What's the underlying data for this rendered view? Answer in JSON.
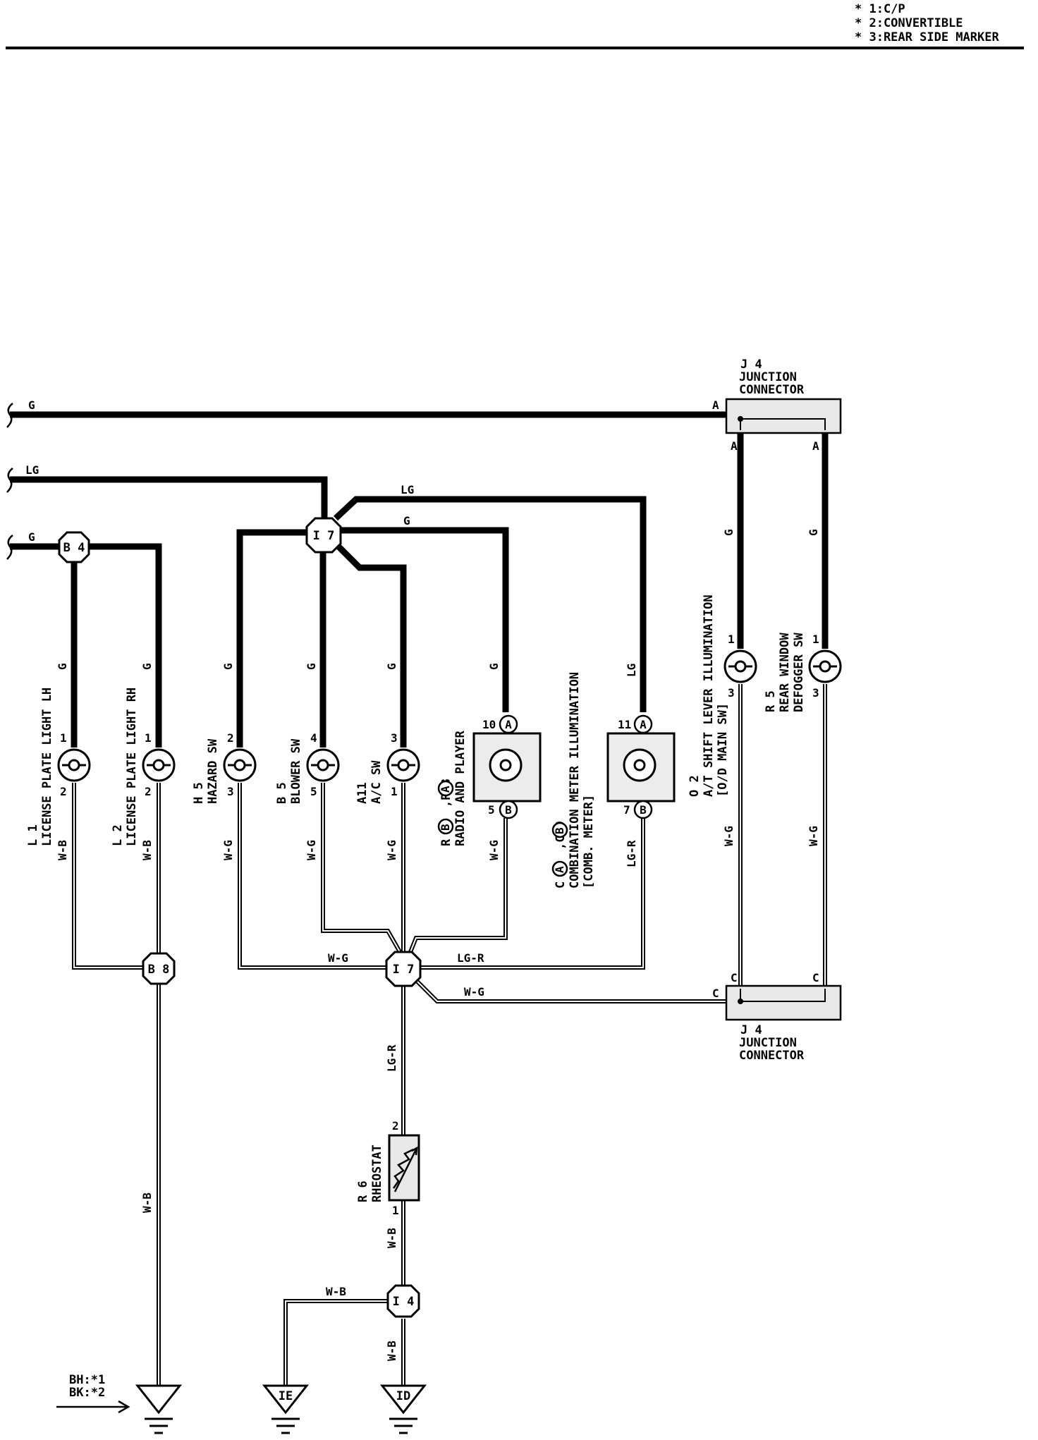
{
  "notes": [
    "* 1:C/P",
    "* 2:CONVERTIBLE",
    "* 3:REAR SIDE MARKER"
  ],
  "wire_colors": {
    "G": "G",
    "LG": "LG",
    "WG": "W-G",
    "WB": "W-B",
    "LGR": "LG-R"
  },
  "hubs": {
    "b4": "B 4",
    "b8": "B 8",
    "i7": "I 7",
    "i4": "I 4"
  },
  "grounds": {
    "ie": "IE",
    "id": "ID",
    "bh_note": "BH:*1",
    "bk_note": "BK:*2"
  },
  "junction": {
    "code": "J 4",
    "name1": "JUNCTION",
    "name2": "CONNECTOR",
    "pin_a": "A",
    "pin_c": "C"
  },
  "components": {
    "l1": {
      "code": "L 1",
      "name": "LICENSE PLATE LIGHT LH",
      "pin_top": "1",
      "pin_bottom": "2"
    },
    "l2": {
      "code": "L 2",
      "name": "LICENSE PLATE LIGHT RH",
      "pin_top": "1",
      "pin_bottom": "2"
    },
    "h5": {
      "code": "H 5",
      "name": "HAZARD SW",
      "pin_top": "2",
      "pin_bottom": "3"
    },
    "b5": {
      "code": "B 5",
      "name": "BLOWER SW",
      "pin_top": "4",
      "pin_bottom": "5"
    },
    "a11": {
      "code": "A11",
      "name": "A/C SW",
      "pin_top": "3",
      "pin_bottom": "1"
    },
    "r2": {
      "code": "R 2",
      "sep": ",R 3",
      "name": "RADIO AND PLAYER",
      "pin_top": "10",
      "pin_bottom": "5",
      "conn_a": "A",
      "conn_b": "B"
    },
    "c8": {
      "code": "C 8",
      "sep": ",C 9",
      "name": "COMBINATION METER ILLUMINATION",
      "sub": "[COMB. METER]"
    },
    "o2": {
      "code": "O 2",
      "name": "A/T SHIFT LEVER ILLUMINATION",
      "sub": "[O/D MAIN SW]",
      "pin_top": "11",
      "pin_bottom": "7",
      "conn_a": "A",
      "conn_b": "B"
    },
    "r5": {
      "code": "R 5",
      "name1": "REAR WINDOW",
      "name2": "DEFOGGER SW",
      "pin_top": "1",
      "pin_bottom": "3"
    },
    "o2lamp": {
      "pin_top": "1",
      "pin_bottom": "3"
    },
    "r6": {
      "code": "R 6",
      "name": "RHEOSTAT",
      "pin_top": "2",
      "pin_bottom": "1"
    }
  }
}
